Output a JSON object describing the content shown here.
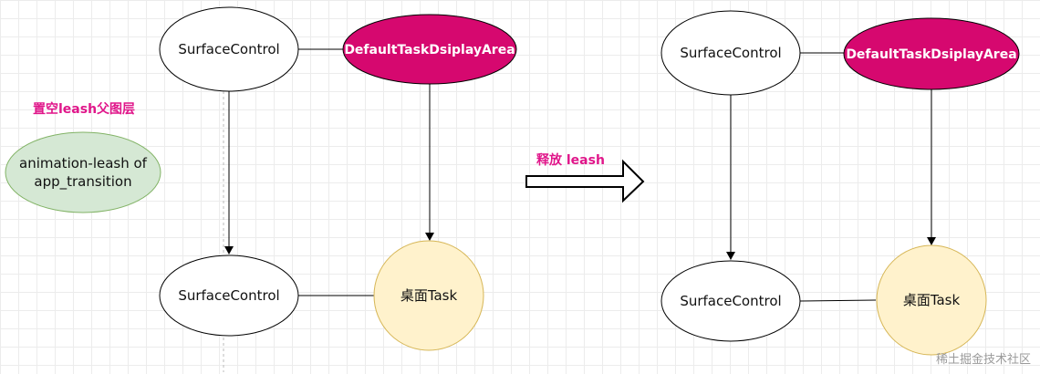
{
  "colors": {
    "highlight": "#e0168a",
    "magenta_fill": "#d6086f",
    "task_fill": "#fff2cc",
    "task_stroke": "#d6b656",
    "leash_fill": "#d5e8d4",
    "leash_stroke": "#82b366",
    "node_stroke": "#000000"
  },
  "left": {
    "root_surface": "SurfaceControl",
    "display_area": "DefaultTaskDsiplayArea",
    "leash_caption": "置空leash父图层",
    "leash_line1": "animation-leash of",
    "leash_line2": "app_transition",
    "child_surface": "SurfaceControl",
    "task": "桌面Task"
  },
  "transition": {
    "label": "释放 leash"
  },
  "right": {
    "root_surface": "SurfaceControl",
    "display_area": "DefaultTaskDsiplayArea",
    "child_surface": "SurfaceControl",
    "task": "桌面Task"
  },
  "watermark": "稀土掘金技术社区"
}
